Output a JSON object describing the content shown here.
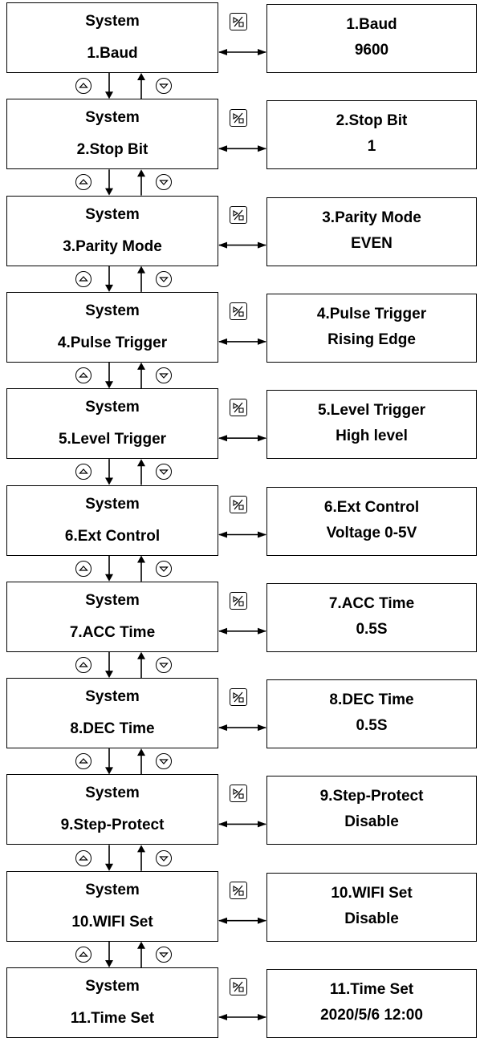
{
  "icons": {
    "up": "up-triangle-in-circle",
    "down": "down-triangle-in-circle",
    "toggle": "percent-like-toggle-key"
  },
  "items": [
    {
      "title": "System",
      "menu": "1.Baud",
      "param": "1.Baud",
      "value": "9600"
    },
    {
      "title": "System",
      "menu": "2.Stop Bit",
      "param": "2.Stop Bit",
      "value": "1"
    },
    {
      "title": "System",
      "menu": "3.Parity Mode",
      "param": "3.Parity Mode",
      "value": "EVEN"
    },
    {
      "title": "System",
      "menu": "4.Pulse Trigger",
      "param": "4.Pulse Trigger",
      "value": "Rising Edge"
    },
    {
      "title": "System",
      "menu": "5.Level Trigger",
      "param": "5.Level Trigger",
      "value": "High level"
    },
    {
      "title": "System",
      "menu": "6.Ext Control",
      "param": "6.Ext Control",
      "value": "Voltage 0-5V"
    },
    {
      "title": "System",
      "menu": "7.ACC Time",
      "param": "7.ACC Time",
      "value": "0.5S"
    },
    {
      "title": "System",
      "menu": "8.DEC Time",
      "param": "8.DEC Time",
      "value": "0.5S"
    },
    {
      "title": "System",
      "menu": "9.Step-Protect",
      "param": "9.Step-Protect",
      "value": "Disable"
    },
    {
      "title": "System",
      "menu": "10.WIFI Set",
      "param": "10.WIFI Set",
      "value": "Disable"
    },
    {
      "title": "System",
      "menu": "11.Time Set",
      "param": "11.Time Set",
      "value": "2020/5/6 12:00"
    }
  ]
}
